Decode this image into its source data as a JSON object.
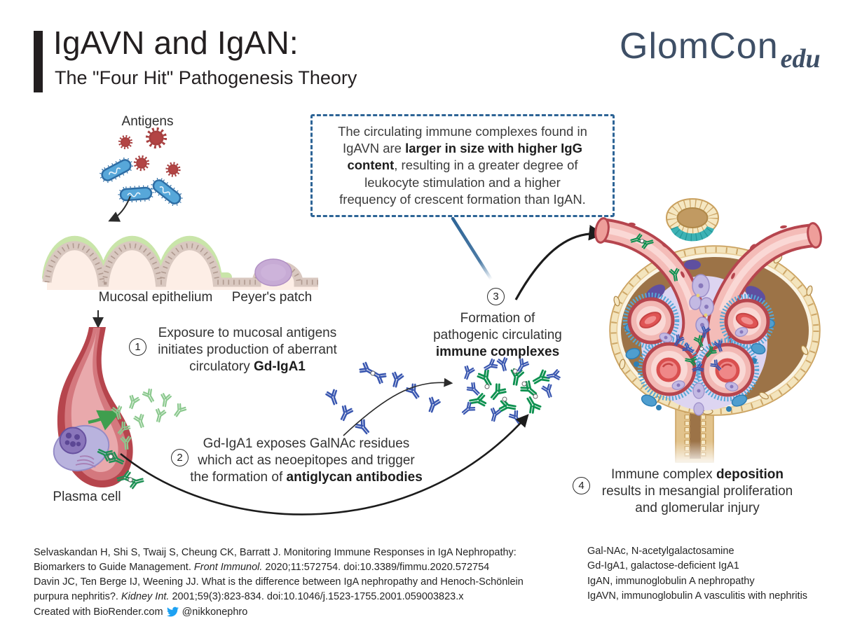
{
  "header": {
    "title_line1": "IgAVN and IgAN:",
    "title_line2": "The \"Four Hit\" Pathogenesis Theory",
    "logo_main": "GlomCon",
    "logo_suffix": "edu"
  },
  "callout": {
    "lines": [
      {
        "pre": "The circulating immune complexes found in"
      },
      {
        "pre": "IgAVN are ",
        "bold": "larger in size with higher IgG"
      },
      {
        "bold": "content",
        "post": ", resulting in a greater degree of"
      },
      {
        "pre": "leukocyte stimulation and a higher"
      },
      {
        "pre": "frequency of crescent formation than IgAN."
      }
    ]
  },
  "labels": {
    "antigens": "Antigens",
    "mucosal_epithelium": "Mucosal epithelium",
    "peyers_patch": "Peyer's patch",
    "plasma_cell": "Plasma cell"
  },
  "steps": [
    {
      "number": "1",
      "lines": [
        {
          "pre": "Exposure to mucosal antigens"
        },
        {
          "pre": "initiates production of aberrant"
        },
        {
          "pre": "circulatory ",
          "bold": "Gd-IgA1"
        }
      ]
    },
    {
      "number": "2",
      "lines": [
        {
          "pre": "Gd-IgA1 exposes GalNAc residues"
        },
        {
          "pre": "which act as neoepitopes and trigger"
        },
        {
          "pre": "the formation of ",
          "bold": "antiglycan antibodies"
        }
      ]
    },
    {
      "number": "3",
      "lines": [
        {
          "pre": "Formation of"
        },
        {
          "pre": "pathogenic circulating"
        },
        {
          "bold": "immune complexes"
        }
      ]
    },
    {
      "number": "4",
      "lines": [
        {
          "pre": "Immune complex ",
          "bold": "deposition"
        },
        {
          "pre": "results in mesangial proliferation"
        },
        {
          "pre": "and glomerular injury"
        }
      ]
    }
  ],
  "references": [
    {
      "lines": [
        {
          "pre": "Selvaskandan H, Shi S, Twaij S, Cheung CK, Barratt J. Monitoring Immune Responses in IgA Nephropathy:"
        },
        {
          "pre": "Biomarkers to Guide Management. ",
          "italic": "Front Immunol.",
          "post": " 2020;11:572754. doi:10.3389/fimmu.2020.572754"
        }
      ]
    },
    {
      "lines": [
        {
          "pre": "Davin JC, Ten Berge IJ, Weening JJ. What is the difference between IgA nephropathy and Henoch-Schönlein"
        },
        {
          "pre": "purpura nephritis?. ",
          "italic": "Kidney Int.",
          "post": " 2001;59(3):823-834. doi:10.1046/j.1523-1755.2001.059003823.x"
        }
      ]
    }
  ],
  "footer": {
    "created": "Created with BioRender.com",
    "handle": "@nikkonephro"
  },
  "abbreviations": [
    "Gal-NAc, N-acetylgalactosamine",
    "Gd-IgA1, galactose-deficient IgA1",
    "IgAN, immunoglobulin A nephropathy",
    "IgAVN, immunoglobulin A vasculitis with nephritis"
  ],
  "colors": {
    "callout_border": "#2d6496",
    "logo": "#3e4f66",
    "twitter": "#1da1f2",
    "antibody_light_green": "#8cc98f",
    "antibody_dark_green": "#0e9150",
    "antibody_blue": "#3a57b0",
    "virus_red": "#a84040",
    "bacteria_blue": "#57a7d9"
  }
}
